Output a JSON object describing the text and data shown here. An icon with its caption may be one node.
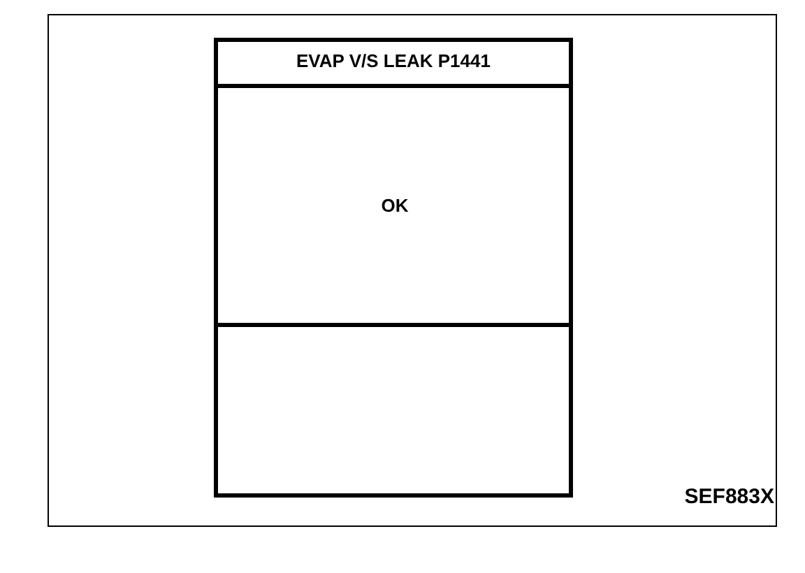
{
  "diagram": {
    "nodes": [
      {
        "text": [
          "EVAP V/S LEAK P1441"
        ]
      },
      {
        "text": [
          "OK"
        ],
        "in": 0
      },
      {
        "text": [],
        "shape": "box",
        "in": 0
      }
    ],
    "labels": [
      "SEF883X"
    ]
  }
}
